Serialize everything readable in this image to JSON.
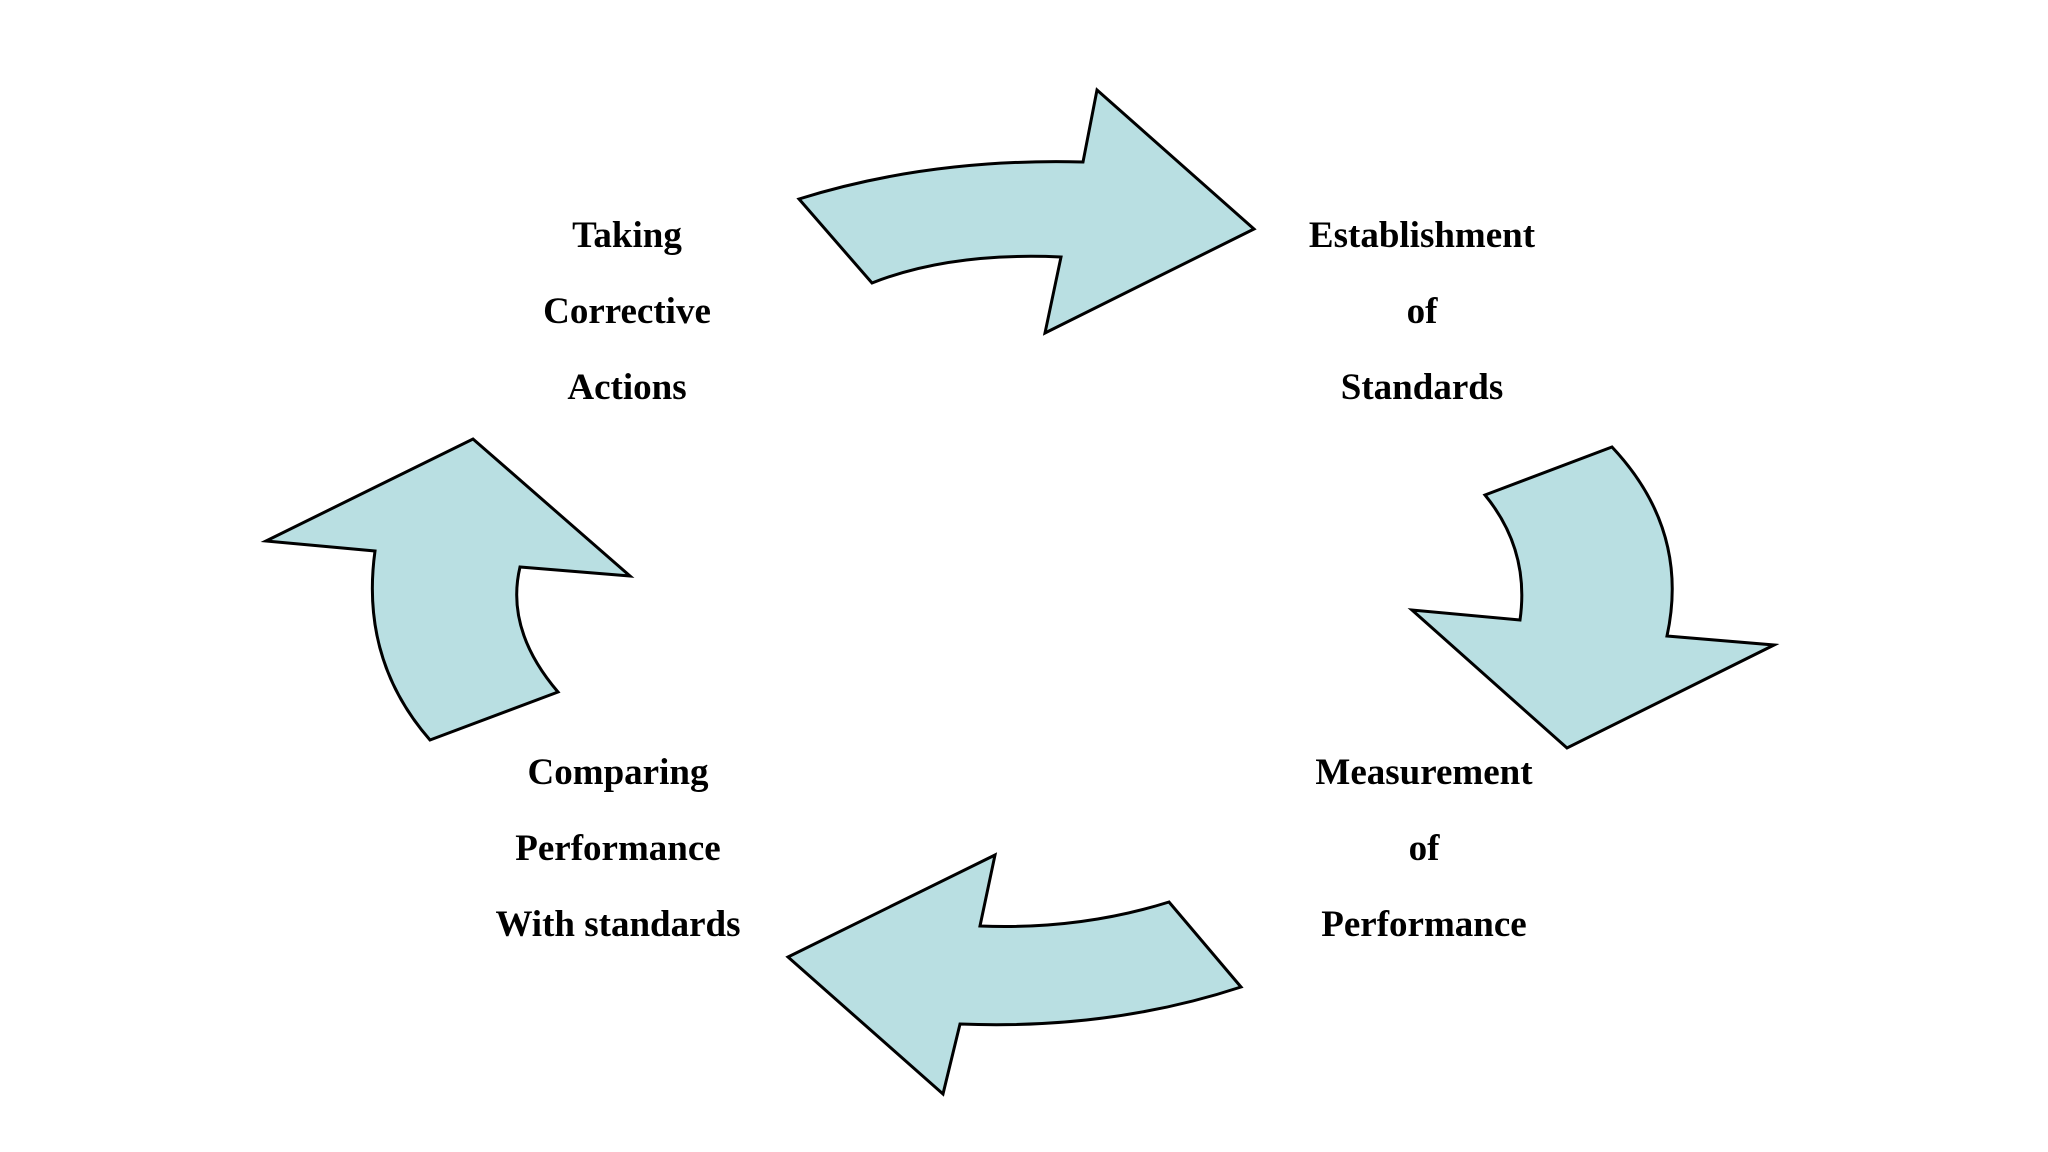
{
  "colors": {
    "arrow_fill": "#b9dfe2",
    "arrow_stroke": "#000000",
    "text": "#000000"
  },
  "stages": [
    {
      "id": "establishment",
      "lines": [
        "Establishment",
        "of",
        "Standards"
      ]
    },
    {
      "id": "measurement",
      "lines": [
        "Measurement",
        "of",
        "Performance"
      ]
    },
    {
      "id": "comparing",
      "lines": [
        "Comparing",
        "Performance",
        "With standards"
      ]
    },
    {
      "id": "corrective",
      "lines": [
        "Taking",
        "Corrective",
        "Actions"
      ]
    }
  ],
  "arrows": [
    {
      "from": "corrective",
      "to": "establishment",
      "direction": "right"
    },
    {
      "from": "establishment",
      "to": "measurement",
      "direction": "down"
    },
    {
      "from": "measurement",
      "to": "comparing",
      "direction": "left"
    },
    {
      "from": "comparing",
      "to": "corrective",
      "direction": "up"
    }
  ]
}
